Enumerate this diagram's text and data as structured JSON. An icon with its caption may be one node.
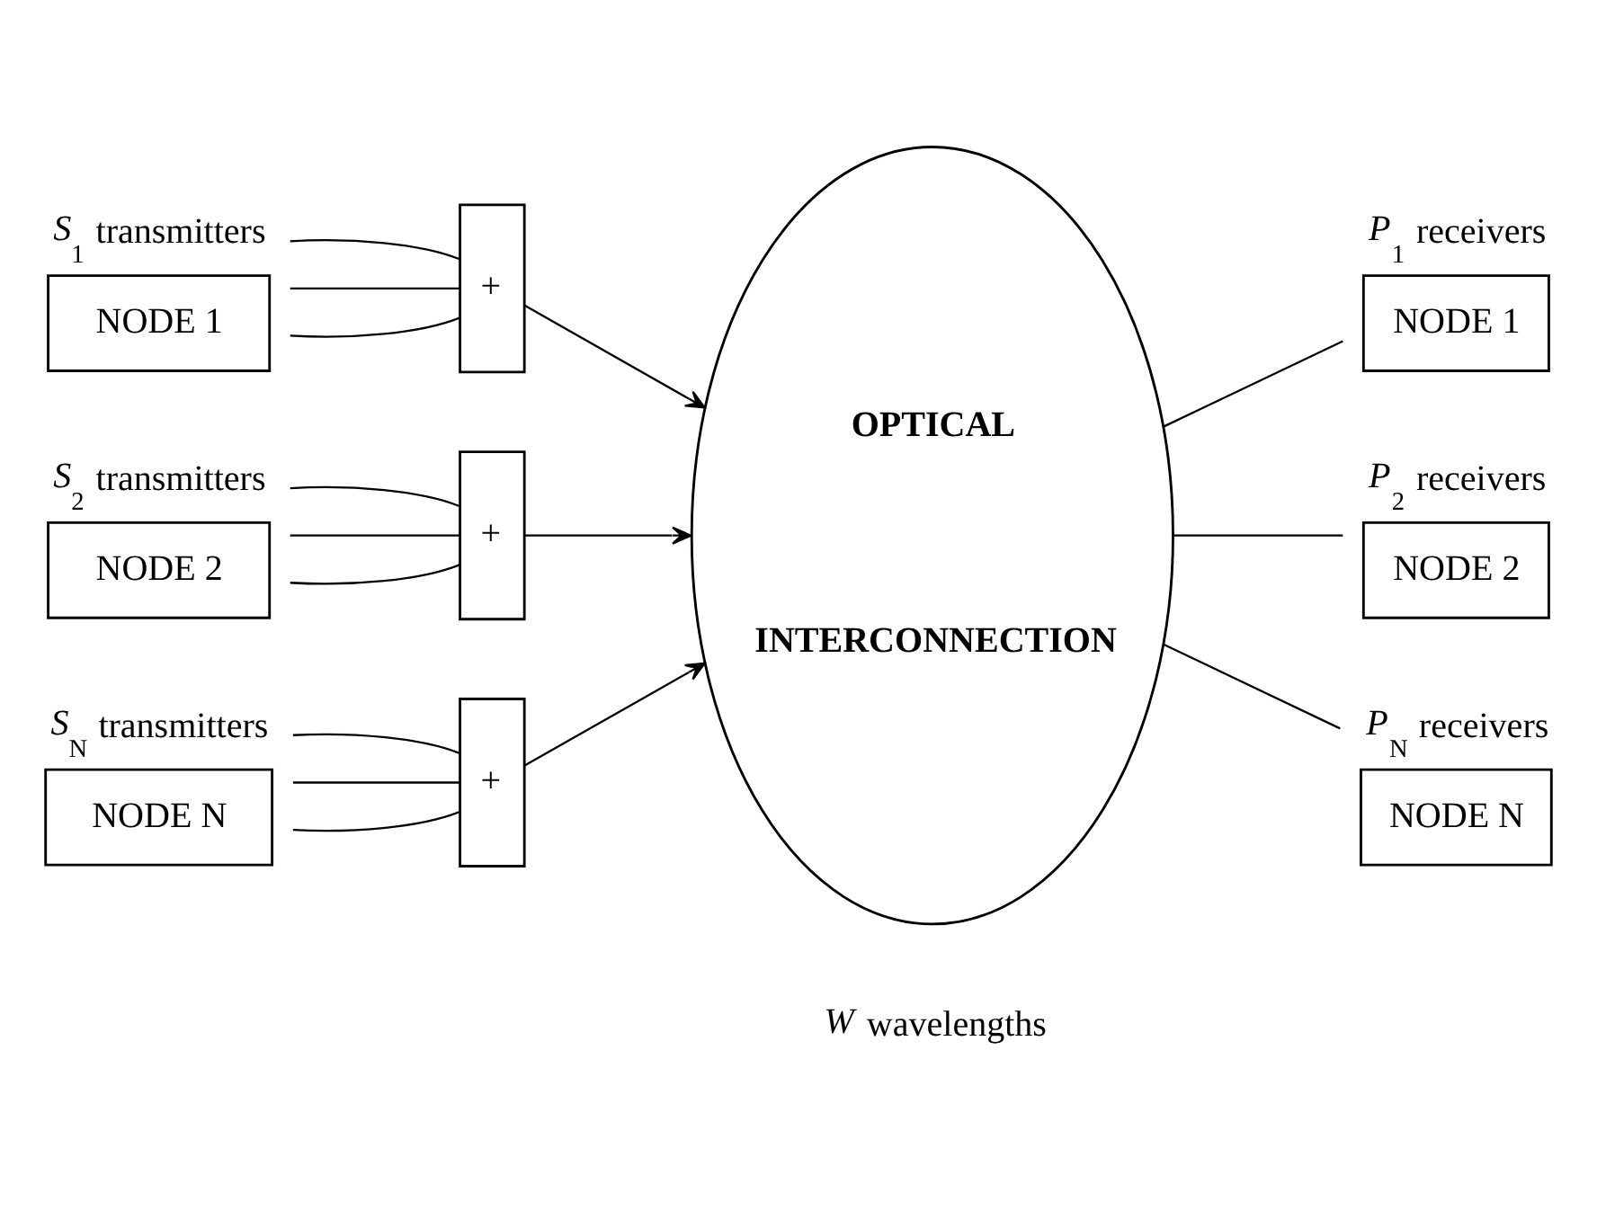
{
  "diagram": {
    "nodes": [
      {
        "text": [
          "NODE 1"
        ],
        "beside": [
          "*S*$_{1}$ transmitters"
        ]
      },
      {
        "text": [
          "+"
        ]
      },
      {
        "text": [
          "NODE 2"
        ],
        "beside": [
          "*S*$_{2}$ transmitters"
        ]
      },
      {
        "text": [
          "+"
        ]
      },
      {
        "text": [
          "NODE N"
        ],
        "beside": [
          "*S*$_{N}$ transmitters"
        ]
      },
      {
        "text": [
          "+"
        ]
      },
      {
        "text": [
          "OPTICAL",
          "INTERCONNECTION"
        ]
      },
      {
        "text": [
          "NODE 1"
        ],
        "beside": [
          "*P*$_{1}$ receivers"
        ]
      },
      {
        "text": [
          "NODE 2"
        ],
        "beside": [
          "*P*$_{2}$ receivers"
        ]
      },
      {
        "text": [
          "NODE N"
        ],
        "beside": [
          "*P*$_{N}$ receivers"
        ]
      }
    ],
    "edges": [
      {
        "from": 0,
        "to": 1,
        "arrow": "none"
      },
      {
        "from": 0,
        "to": 1,
        "arrow": "none"
      },
      {
        "from": 0,
        "to": 1,
        "arrow": "none"
      },
      {
        "from": 1,
        "to": 6,
        "arrow": "to"
      },
      {
        "from": 2,
        "to": 3,
        "arrow": "none"
      },
      {
        "from": 2,
        "to": 3,
        "arrow": "none"
      },
      {
        "from": 2,
        "to": 3,
        "arrow": "none"
      },
      {
        "from": 3,
        "to": 6,
        "arrow": "to"
      },
      {
        "from": 4,
        "to": 5,
        "arrow": "none"
      },
      {
        "from": 4,
        "to": 5,
        "arrow": "none"
      },
      {
        "from": 4,
        "to": 5,
        "arrow": "none"
      },
      {
        "from": 5,
        "to": 6,
        "arrow": "to"
      },
      {
        "from": 6,
        "to": 7,
        "arrow": "none"
      },
      {
        "from": 6,
        "to": 8,
        "arrow": "none"
      },
      {
        "from": 6,
        "to": 9,
        "arrow": "none"
      }
    ],
    "labels": [
      "*W* wavelengths"
    ]
  }
}
